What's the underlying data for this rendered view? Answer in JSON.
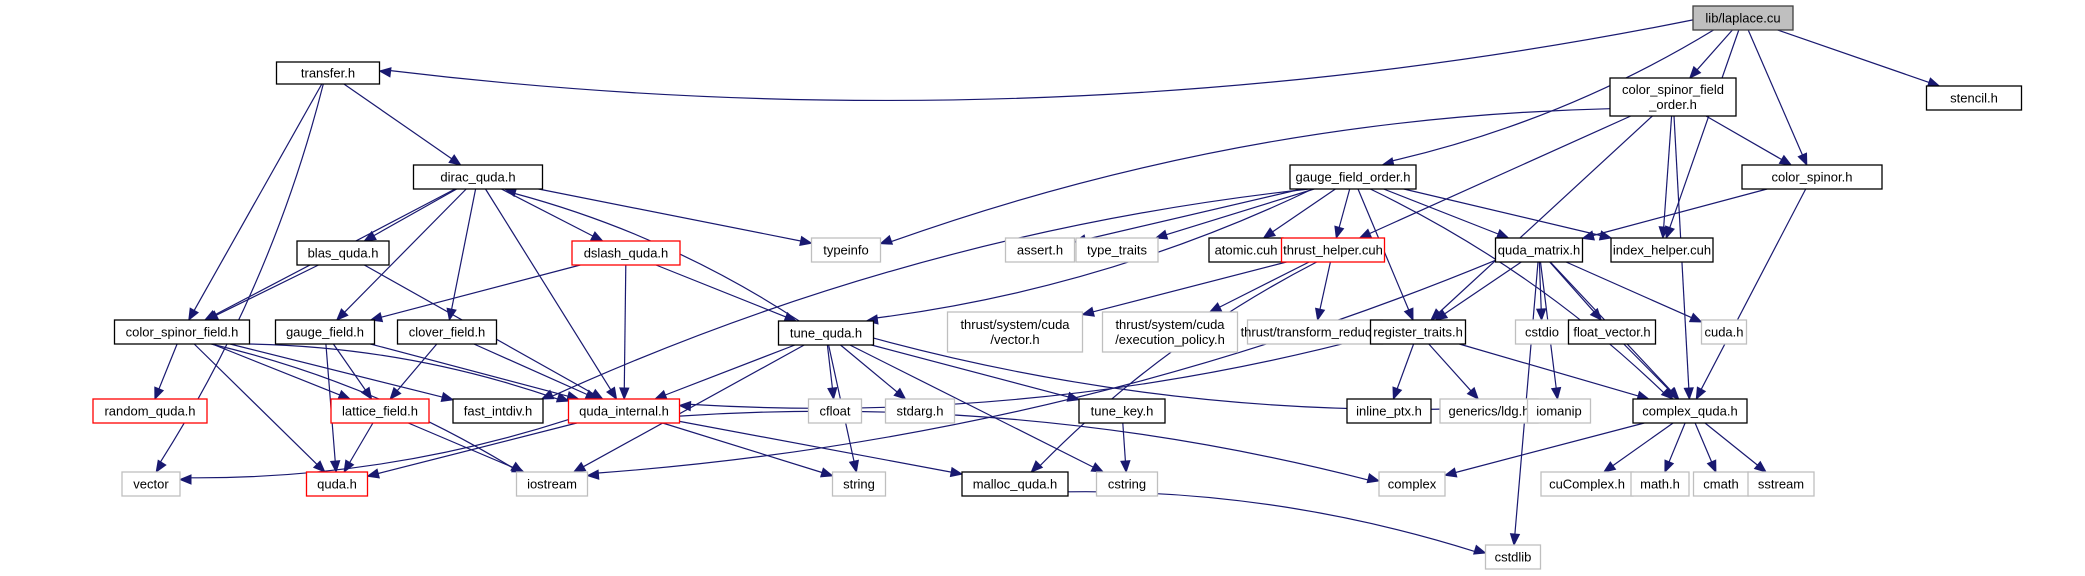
{
  "title": "lib/laplace.cu include dependency graph",
  "colors": {
    "root_fill": "#bfbfbf",
    "root_border": "#404040",
    "documented_border": "#000000",
    "undocumented_border": "#bfbfbf",
    "truncated_border": "#ff0000",
    "edge": "#191970"
  },
  "nodes": [
    {
      "id": "laplace",
      "label": "lib/laplace.cu",
      "kind": "root"
    },
    {
      "id": "transfer",
      "label": "transfer.h",
      "kind": "documented"
    },
    {
      "id": "stencil",
      "label": "stencil.h",
      "kind": "documented"
    },
    {
      "id": "csfo",
      "label": "color_spinor_field\n_order.h",
      "kind": "documented"
    },
    {
      "id": "dirac",
      "label": "dirac_quda.h",
      "kind": "documented"
    },
    {
      "id": "gfo",
      "label": "gauge_field_order.h",
      "kind": "documented"
    },
    {
      "id": "cspinor",
      "label": "color_spinor.h",
      "kind": "documented"
    },
    {
      "id": "typeinfo",
      "label": "typeinfo",
      "kind": "system"
    },
    {
      "id": "assert",
      "label": "assert.h",
      "kind": "system"
    },
    {
      "id": "type_traits",
      "label": "type_traits",
      "kind": "system"
    },
    {
      "id": "atomic",
      "label": "atomic.cuh",
      "kind": "documented"
    },
    {
      "id": "thrust_helper",
      "label": "thrust_helper.cuh",
      "kind": "truncated"
    },
    {
      "id": "quda_matrix",
      "label": "quda_matrix.h",
      "kind": "documented"
    },
    {
      "id": "index_helper",
      "label": "index_helper.cuh",
      "kind": "documented"
    },
    {
      "id": "blas",
      "label": "blas_quda.h",
      "kind": "documented"
    },
    {
      "id": "dslash",
      "label": "dslash_quda.h",
      "kind": "truncated"
    },
    {
      "id": "tune",
      "label": "tune_quda.h",
      "kind": "documented"
    },
    {
      "id": "thrust_vector",
      "label": "thrust/system/cuda\n/vector.h",
      "kind": "system"
    },
    {
      "id": "thrust_exec",
      "label": "thrust/system/cuda\n/execution_policy.h",
      "kind": "system"
    },
    {
      "id": "thrust_tr",
      "label": "thrust/transform_reduce.h",
      "kind": "system"
    },
    {
      "id": "register_traits",
      "label": "register_traits.h",
      "kind": "documented"
    },
    {
      "id": "cstdio",
      "label": "cstdio",
      "kind": "system"
    },
    {
      "id": "float_vector",
      "label": "float_vector.h",
      "kind": "documented"
    },
    {
      "id": "cuda",
      "label": "cuda.h",
      "kind": "system"
    },
    {
      "id": "csf",
      "label": "color_spinor_field.h",
      "kind": "documented"
    },
    {
      "id": "gauge_field",
      "label": "gauge_field.h",
      "kind": "documented"
    },
    {
      "id": "clover_field",
      "label": "clover_field.h",
      "kind": "documented"
    },
    {
      "id": "random",
      "label": "random_quda.h",
      "kind": "truncated"
    },
    {
      "id": "lattice",
      "label": "lattice_field.h",
      "kind": "truncated"
    },
    {
      "id": "fast_intdiv",
      "label": "fast_intdiv.h",
      "kind": "documented"
    },
    {
      "id": "quda_internal",
      "label": "quda_internal.h",
      "kind": "truncated"
    },
    {
      "id": "cfloat",
      "label": "cfloat",
      "kind": "system"
    },
    {
      "id": "stdarg",
      "label": "stdarg.h",
      "kind": "system"
    },
    {
      "id": "tune_key",
      "label": "tune_key.h",
      "kind": "documented"
    },
    {
      "id": "inline_ptx",
      "label": "inline_ptx.h",
      "kind": "documented"
    },
    {
      "id": "ldg",
      "label": "generics/ldg.h",
      "kind": "system"
    },
    {
      "id": "iomanip",
      "label": "iomanip",
      "kind": "system"
    },
    {
      "id": "complex_quda",
      "label": "complex_quda.h",
      "kind": "documented"
    },
    {
      "id": "vector",
      "label": "vector",
      "kind": "system"
    },
    {
      "id": "quda",
      "label": "quda.h",
      "kind": "truncated"
    },
    {
      "id": "iostream",
      "label": "iostream",
      "kind": "system"
    },
    {
      "id": "string",
      "label": "string",
      "kind": "system"
    },
    {
      "id": "malloc",
      "label": "malloc_quda.h",
      "kind": "documented"
    },
    {
      "id": "cstring",
      "label": "cstring",
      "kind": "system"
    },
    {
      "id": "complex",
      "label": "complex",
      "kind": "system"
    },
    {
      "id": "cucomplex",
      "label": "cuComplex.h",
      "kind": "system"
    },
    {
      "id": "math",
      "label": "math.h",
      "kind": "system"
    },
    {
      "id": "cmath",
      "label": "cmath",
      "kind": "system"
    },
    {
      "id": "sstream",
      "label": "sstream",
      "kind": "system"
    },
    {
      "id": "cstdlib",
      "label": "cstdlib",
      "kind": "system"
    }
  ],
  "edges": [
    [
      "laplace",
      "transfer"
    ],
    [
      "laplace",
      "csfo"
    ],
    [
      "laplace",
      "gfo"
    ],
    [
      "laplace",
      "cspinor"
    ],
    [
      "laplace",
      "index_helper"
    ],
    [
      "laplace",
      "stencil"
    ],
    [
      "transfer",
      "dirac"
    ],
    [
      "transfer",
      "csf"
    ],
    [
      "transfer",
      "vector"
    ],
    [
      "csfo",
      "cspinor"
    ],
    [
      "csfo",
      "register_traits"
    ],
    [
      "csfo",
      "typeinfo"
    ],
    [
      "csfo",
      "thrust_helper"
    ],
    [
      "csfo",
      "index_helper"
    ],
    [
      "csfo",
      "complex_quda"
    ],
    [
      "dirac",
      "blas"
    ],
    [
      "dirac",
      "dslash"
    ],
    [
      "dirac",
      "csf"
    ],
    [
      "dirac",
      "gauge_field"
    ],
    [
      "dirac",
      "clover_field"
    ],
    [
      "dirac",
      "quda_internal"
    ],
    [
      "dirac",
      "typeinfo"
    ],
    [
      "gfo",
      "tune"
    ],
    [
      "gfo",
      "assert"
    ],
    [
      "gfo",
      "type_traits"
    ],
    [
      "gfo",
      "atomic"
    ],
    [
      "gfo",
      "thrust_helper"
    ],
    [
      "gfo",
      "quda_matrix"
    ],
    [
      "gfo",
      "register_traits"
    ],
    [
      "gfo",
      "index_helper"
    ],
    [
      "gfo",
      "complex_quda"
    ],
    [
      "gfo",
      "fast_intdiv"
    ],
    [
      "cspinor",
      "quda_matrix"
    ],
    [
      "cspinor",
      "complex_quda"
    ],
    [
      "thrust_helper",
      "thrust_vector"
    ],
    [
      "thrust_helper",
      "thrust_exec"
    ],
    [
      "thrust_helper",
      "thrust_tr"
    ],
    [
      "thrust_helper",
      "malloc"
    ],
    [
      "quda_matrix",
      "register_traits"
    ],
    [
      "quda_matrix",
      "cstdio"
    ],
    [
      "quda_matrix",
      "float_vector"
    ],
    [
      "quda_matrix",
      "cuda"
    ],
    [
      "quda_matrix",
      "complex_quda"
    ],
    [
      "quda_matrix",
      "iomanip"
    ],
    [
      "quda_matrix",
      "iostream"
    ],
    [
      "quda_matrix",
      "cstdlib"
    ],
    [
      "blas",
      "csf"
    ],
    [
      "blas",
      "quda_internal"
    ],
    [
      "dslash",
      "gauge_field"
    ],
    [
      "dslash",
      "quda_internal"
    ],
    [
      "dslash",
      "tune"
    ],
    [
      "tune",
      "dirac"
    ],
    [
      "tune",
      "quda_internal"
    ],
    [
      "tune",
      "cfloat"
    ],
    [
      "tune",
      "stdarg"
    ],
    [
      "tune",
      "tune_key"
    ],
    [
      "tune",
      "string"
    ],
    [
      "tune",
      "cstring"
    ],
    [
      "tune",
      "iostream"
    ],
    [
      "tune",
      "iomanip"
    ],
    [
      "register_traits",
      "quda_internal"
    ],
    [
      "register_traits",
      "inline_ptx"
    ],
    [
      "register_traits",
      "ldg"
    ],
    [
      "register_traits",
      "complex_quda"
    ],
    [
      "float_vector",
      "complex_quda"
    ],
    [
      "csf",
      "random"
    ],
    [
      "csf",
      "lattice"
    ],
    [
      "csf",
      "fast_intdiv"
    ],
    [
      "csf",
      "quda_internal"
    ],
    [
      "csf",
      "quda"
    ],
    [
      "csf",
      "iostream"
    ],
    [
      "gauge_field",
      "lattice"
    ],
    [
      "gauge_field",
      "quda_internal"
    ],
    [
      "gauge_field",
      "quda"
    ],
    [
      "clover_field",
      "lattice"
    ],
    [
      "clover_field",
      "quda_internal"
    ],
    [
      "lattice",
      "quda"
    ],
    [
      "lattice",
      "iostream"
    ],
    [
      "quda_internal",
      "vector"
    ],
    [
      "quda_internal",
      "quda"
    ],
    [
      "quda_internal",
      "string"
    ],
    [
      "quda_internal",
      "malloc"
    ],
    [
      "quda_internal",
      "complex"
    ],
    [
      "tune_key",
      "cstring"
    ],
    [
      "malloc",
      "cstdlib"
    ],
    [
      "complex_quda",
      "complex"
    ],
    [
      "complex_quda",
      "cucomplex"
    ],
    [
      "complex_quda",
      "math"
    ],
    [
      "complex_quda",
      "cmath"
    ],
    [
      "complex_quda",
      "sstream"
    ]
  ]
}
